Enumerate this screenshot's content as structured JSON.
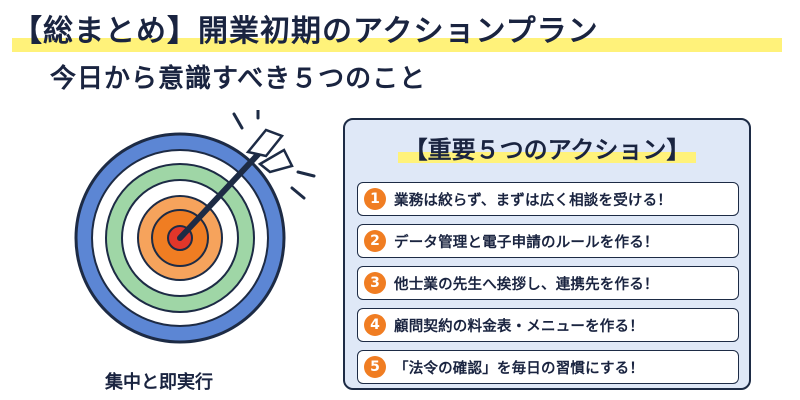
{
  "header": {
    "title": "【総まとめ】開業初期のアクションプラン",
    "subtitle": "今日から意識すべき５つのこと"
  },
  "illustration": {
    "caption": "集中と即実行",
    "icon": "target-with-arrow-icon"
  },
  "panel": {
    "title": "【重要５つのアクション】",
    "items": [
      {
        "num": "1",
        "text": "業務は絞らず、まずは広く相談を受ける！"
      },
      {
        "num": "2",
        "text": "データ管理と電子申請のルールを作る！"
      },
      {
        "num": "3",
        "text": "他士業の先生へ挨拶し、連携先を作る！"
      },
      {
        "num": "4",
        "text": "顧問契約の料金表・メニューを作る！"
      },
      {
        "num": "5",
        "text": "「法令の確認」を毎日の習慣にする！"
      }
    ]
  },
  "colors": {
    "accent_orange": "#f07d22",
    "highlight_yellow": "#fff27a",
    "panel_bg": "#dfe8f7",
    "ink": "#1a2440",
    "ring_blue": "#5c86d4",
    "ring_green": "#9fd6a6"
  }
}
